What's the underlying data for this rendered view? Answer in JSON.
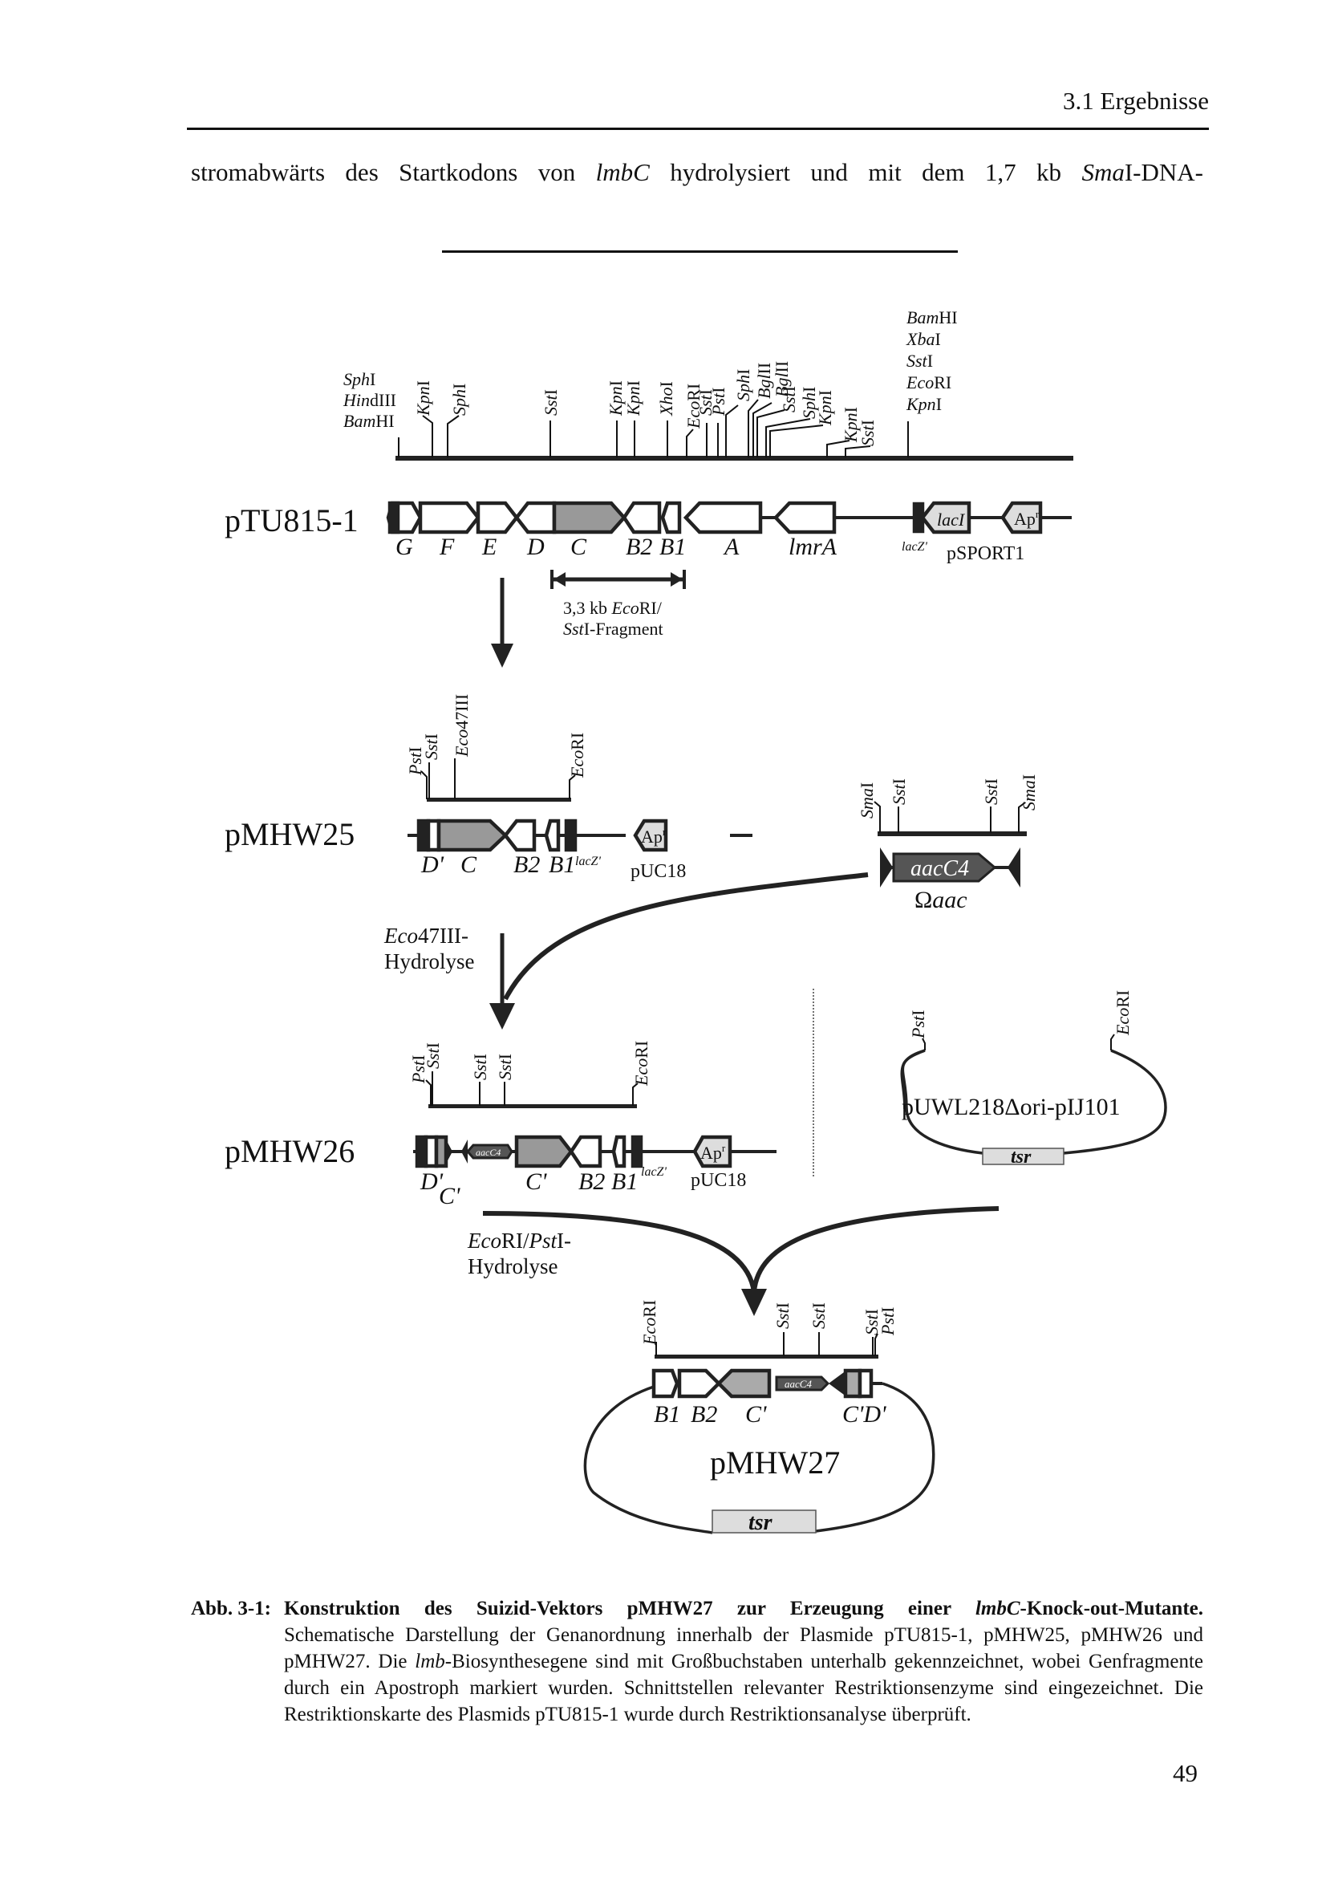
{
  "header": {
    "section": "3.1 Ergebnisse"
  },
  "body_text": {
    "prefix": "stromabwärts des Startkodons von ",
    "gene": "lmbC",
    "middle": " hydrolysiert und mit dem 1,7 kb ",
    "enzyme_italic": "Sma",
    "suffix": "I-DNA-"
  },
  "figure": {
    "pTU815": {
      "name": "pTU815-1",
      "sites_left_stack": [
        "SphI",
        "HindIII",
        "BamHI"
      ],
      "sites_right_stack": [
        "BamHI",
        "XbaI",
        "SstI",
        "EcoRI",
        "KpnI"
      ],
      "sites": [
        "KpnI",
        "SphI",
        "SstI",
        "KpnI",
        "KpnI",
        "XhoI",
        "EcoRI",
        "SstI",
        "PstI",
        "SphI",
        "BglII",
        "BglII",
        "SstI",
        "SphI",
        "KpnI",
        "KpnI",
        "SstI"
      ],
      "genes": [
        "G",
        "F",
        "E",
        "D",
        "C",
        "B2",
        "B1",
        "A",
        "lmrA"
      ],
      "lacZ": "lacZ'",
      "lacI": "lacI",
      "ap": "Apr",
      "vector": "pSPORT1",
      "fragment_line1_num": "3,3 kb ",
      "fragment_line1_enz": "Eco",
      "fragment_line1_rest": "RI/",
      "fragment_line2_enz": "Sst",
      "fragment_line2_rest": "I-Fragment"
    },
    "pMHW25": {
      "name": "pMHW25",
      "sites": [
        "PstI",
        "SstI",
        "Eco47III",
        "EcoRI"
      ],
      "genes": [
        "D'",
        "C",
        "B2",
        "B1"
      ],
      "lacZ": "lacZ'",
      "ap": "Apr",
      "vector": "pUC18"
    },
    "omega": {
      "sites": [
        "SmaI",
        "SstI",
        "SstI",
        "SmaI"
      ],
      "gene": "aacC4",
      "name_symbol": "Ω",
      "name": "aac"
    },
    "step1": {
      "enz": "Eco",
      "rest": "47III-",
      "line2": "Hydrolyse"
    },
    "pMHW26": {
      "name": "pMHW26",
      "sites": [
        "PstI",
        "SstI",
        "SstI",
        "SstI",
        "EcoRI"
      ],
      "genes": [
        "D'",
        "C'",
        "aacC4",
        "C'",
        "B2",
        "B1"
      ],
      "lacZ": "lacZ'",
      "ap": "Apr",
      "vector": "pUC18"
    },
    "pUWL": {
      "name": "pUWL218Δori-pIJ101",
      "sites": [
        "PstI",
        "EcoRI"
      ],
      "marker": "tsr"
    },
    "step2": {
      "enz1": "Eco",
      "rest1": "RI/",
      "enz2": "Pst",
      "rest2": "I-",
      "line2": "Hydrolyse"
    },
    "pMHW27": {
      "name": "pMHW27",
      "sites": [
        "EcoRI",
        "SstI",
        "SstI",
        "SstI",
        "PstI"
      ],
      "genes": [
        "B1",
        "B2",
        "C'",
        "aacC4",
        "C'D'"
      ],
      "marker": "tsr"
    }
  },
  "caption": {
    "label": "Abb. 3-1:",
    "title_a": "Konstruktion des Suizid-Vektors pMHW27 zur Erzeugung einer ",
    "title_gene": "lmbC",
    "title_b": "-Knock-out-Mutante.",
    "text_a": "Schematische Darstellung der Genanordnung innerhalb der Plasmide pTU815-1, pMHW25, pMHW26 und pMHW27. Die ",
    "text_gene": "lmb",
    "text_b": "-Biosynthesegene sind mit Großbuchstaben unterhalb gekennzeichnet, wobei Genfragmente durch ein Apostroph markiert wurden. Schnittstellen relevanter Restriktionsenzyme sind eingezeichnet. Die Restriktionskarte des Plasmids pTU815-1 wurde durch Restriktionsanalyse überprüft."
  },
  "page_number": "49"
}
